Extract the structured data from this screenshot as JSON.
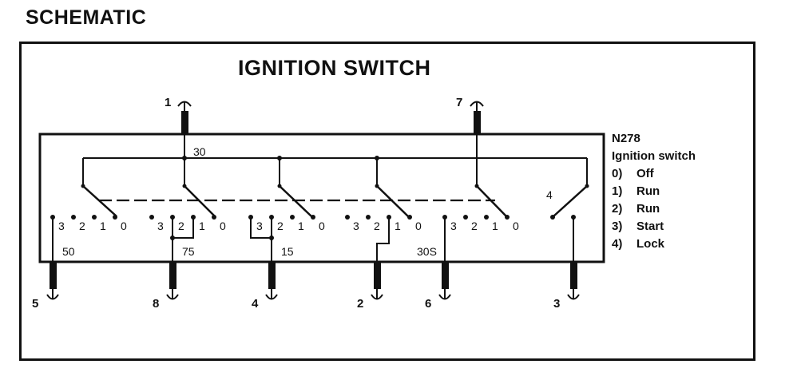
{
  "page_title": "SCHEMATIC",
  "diagram_title": "IGNITION SWITCH",
  "component": {
    "id": "N278",
    "name": "Ignition switch",
    "positions": [
      {
        "num": "0)",
        "label": "Off"
      },
      {
        "num": "1)",
        "label": "Run"
      },
      {
        "num": "2)",
        "label": "Run"
      },
      {
        "num": "3)",
        "label": "Start"
      },
      {
        "num": "4)",
        "label": "Lock"
      }
    ]
  },
  "internal_bus_label": "30",
  "top_pins": [
    "1",
    "7"
  ],
  "switch_groups": [
    {
      "contacts": [
        "3",
        "2",
        "1",
        "0"
      ],
      "terminal": "50",
      "pin": "5"
    },
    {
      "contacts": [
        "3",
        "2",
        "1",
        "0"
      ],
      "terminal": "75",
      "pin": "8"
    },
    {
      "contacts": [
        "3",
        "2",
        "1",
        "0"
      ],
      "terminal": "15",
      "pin": "4"
    },
    {
      "contacts": [
        "3",
        "2",
        "1",
        "0"
      ],
      "terminal": "",
      "pin": "2"
    },
    {
      "contacts": [
        "3",
        "2",
        "1",
        "0"
      ],
      "terminal": "30S",
      "pin": "6"
    }
  ],
  "lock_switch": {
    "contact": "4",
    "pin": "3"
  }
}
